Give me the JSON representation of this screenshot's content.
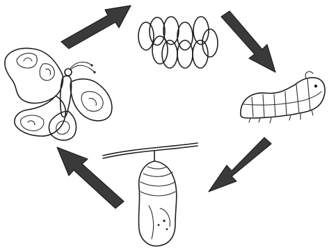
{
  "diagram": {
    "stages": [
      {
        "id": "eggs",
        "icon": "eggs-icon"
      },
      {
        "id": "caterpillar",
        "icon": "caterpillar-icon"
      },
      {
        "id": "chrysalis",
        "icon": "chrysalis-icon"
      },
      {
        "id": "butterfly",
        "icon": "butterfly-icon"
      }
    ],
    "colors": {
      "ink": "#1e1e1e",
      "arrow": "#3a3a3a",
      "background": "#ffffff"
    },
    "cycle_order": [
      "eggs",
      "caterpillar",
      "chrysalis",
      "butterfly"
    ]
  }
}
